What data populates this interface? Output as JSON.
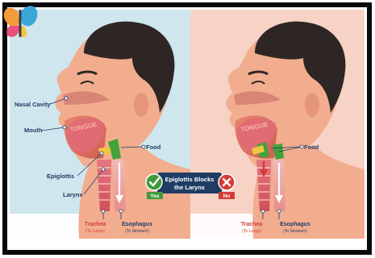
{
  "labels": {
    "nasal_cavity": "Nasal Cavity",
    "mouth": "Mouth",
    "tongue": "TONGUE",
    "epiglottis": "Epiglottis",
    "larynx": "Larynx",
    "food_left": "Food",
    "food_right": "Food",
    "trachea_left": "Trachea",
    "trachea_left_sub": "(To Lungs)",
    "esophagus_left": "Esophagus",
    "esophagus_left_sub": "(To Stomach)",
    "trachea_right": "Trachea",
    "trachea_right_sub": "(To Lungs)",
    "esophagus_right": "Esophagus",
    "esophagus_right_sub": "(To Stomach)"
  },
  "center_banner": {
    "line1": "Epiglottis Blocks",
    "line2": "the Larynx",
    "yes": "Yes",
    "no": "No"
  },
  "colors": {
    "frame": "#0a0a0a",
    "left_bg": "#cfe6ee",
    "right_bg": "#f7d3c6",
    "skin": "#f2ad8f",
    "hair": "#2d2624",
    "banner": "#1e3c64",
    "yes_green": "#3f9a3a",
    "no_red": "#d23b37",
    "trachea_label": "#d23b37",
    "esophagus_label": "#1e3c64"
  }
}
